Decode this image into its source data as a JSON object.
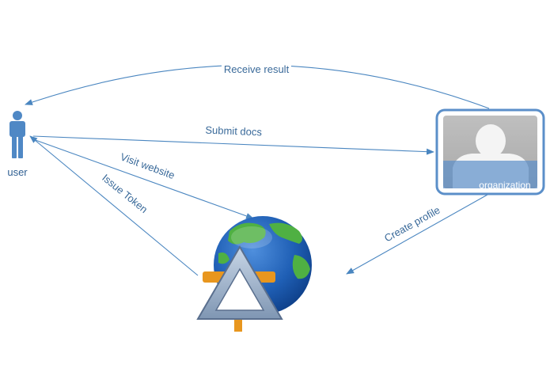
{
  "nodes": {
    "user": {
      "label": "user",
      "icon": "person-icon"
    },
    "organization": {
      "label": "organization",
      "icon": "profile-placeholder-icon"
    },
    "website": {
      "icon": "globe-icon",
      "overlay_icon": "triangle-beacon-icon"
    }
  },
  "edges": {
    "receive_result": "Receive result",
    "submit_docs": "Submit docs",
    "visit_website": "Visit website",
    "issue_token": "Issue Token",
    "create_profile": "Create profile"
  },
  "colors": {
    "line": "#4a86c0",
    "label_text": "#3a6a9a",
    "person": "#4f88c5",
    "org_frame": "#5b8fc9",
    "globe_ocean": "#1f5fb5",
    "globe_land": "#4fb043",
    "token_gold": "#e8961e",
    "triangle_fill": "#9fb3cc"
  }
}
